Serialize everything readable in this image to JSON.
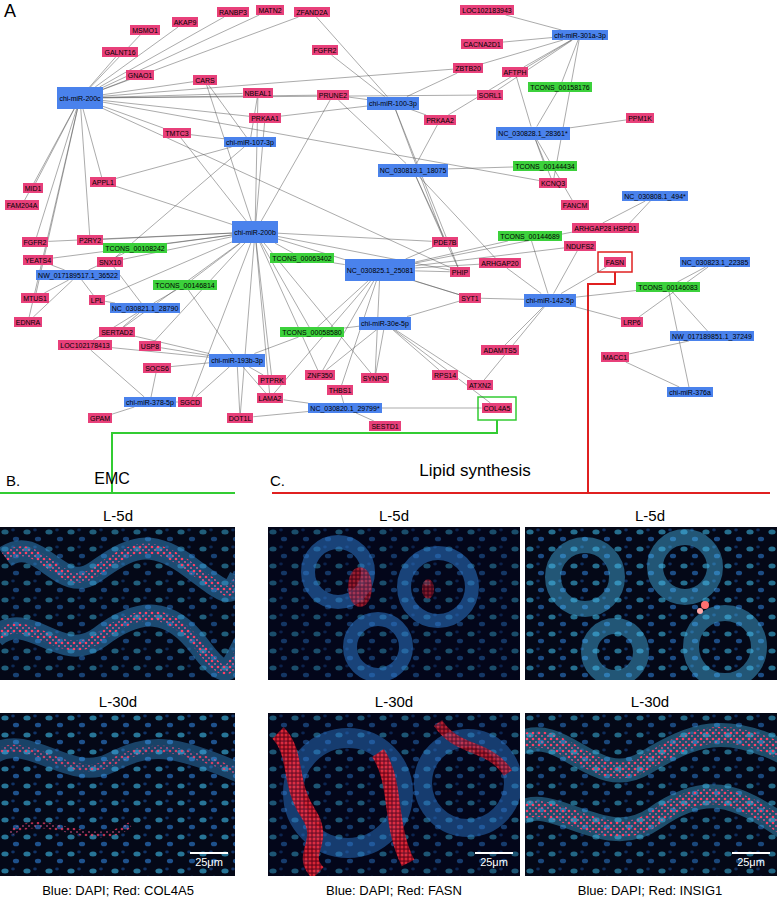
{
  "diagram": {
    "nodes": [
      {
        "text": [
          "chi-miR-200c"
        ]
      },
      {
        "text": [
          "chi-miR-200b"
        ]
      },
      {
        "text": [
          "chi-miR-301a-3p"
        ]
      },
      {
        "text": [
          "chi-miR-100-3p"
        ]
      },
      {
        "text": [
          "chi-miR-107-3p"
        ]
      },
      {
        "text": [
          "NC_030819.1_18075"
        ]
      },
      {
        "text": [
          "NC_030828.1_28361*"
        ]
      },
      {
        "text": [
          "NC_030808.1_494*"
        ]
      },
      {
        "text": [
          "NC_030825.1_25081"
        ]
      },
      {
        "text": [
          "chi-miR-142-5p"
        ]
      },
      {
        "text": [
          "chi-miR-30e-5p"
        ]
      },
      {
        "text": [
          "NW_017189517.1_36522"
        ]
      },
      {
        "text": [
          "NC_030821.1_28790"
        ]
      },
      {
        "text": [
          "chi-miR-193b-3p"
        ]
      },
      {
        "text": [
          "chi-miR-378-5p"
        ]
      },
      {
        "text": [
          "NC_030820.1_29799*"
        ]
      },
      {
        "text": [
          "NC_030823.1_22385"
        ]
      },
      {
        "text": [
          "NW_017189851.1_37249"
        ]
      },
      {
        "text": [
          "chi-miR-376a"
        ]
      },
      {
        "text": [
          "TCONS_00158176"
        ]
      },
      {
        "text": [
          "TCONS_00144434"
        ]
      },
      {
        "text": [
          "TCONS_00108242"
        ]
      },
      {
        "text": [
          "TCONS_00063402"
        ]
      },
      {
        "text": [
          "TCONS_00146814"
        ]
      },
      {
        "text": [
          "TCONS_00144689"
        ]
      },
      {
        "text": [
          "TCONS_00146083"
        ]
      },
      {
        "text": [
          "TCONS_00058580"
        ]
      },
      {
        "text": [
          "RANBP3"
        ]
      },
      {
        "text": [
          "MATN2"
        ]
      },
      {
        "text": [
          "ZFAND2A"
        ]
      },
      {
        "text": [
          "LOC102183943"
        ]
      },
      {
        "text": [
          "AKAP9"
        ]
      },
      {
        "text": [
          "MSMO1"
        ]
      },
      {
        "text": [
          "GALNT16"
        ]
      },
      {
        "text": [
          "GNAO1"
        ]
      },
      {
        "text": [
          "CARS"
        ]
      },
      {
        "text": [
          "FGFR2"
        ]
      },
      {
        "text": [
          "ZBTB20"
        ]
      },
      {
        "text": [
          "CACNA2D1"
        ]
      },
      {
        "text": [
          "AFTPH"
        ]
      },
      {
        "text": [
          "NBEAL1"
        ]
      },
      {
        "text": [
          "PRUNE2"
        ]
      },
      {
        "text": [
          "SORL1"
        ]
      },
      {
        "text": [
          "PPM1K"
        ]
      },
      {
        "text": [
          "PRKAA1"
        ]
      },
      {
        "text": [
          "PRKAA2"
        ]
      },
      {
        "text": [
          "TMTC3"
        ]
      },
      {
        "text": [
          "MID1"
        ]
      },
      {
        "text": [
          "FAM204A"
        ]
      },
      {
        "text": [
          "FGFR2"
        ]
      },
      {
        "text": [
          "P2RY2"
        ]
      },
      {
        "text": [
          "YEATS4"
        ]
      },
      {
        "text": [
          "SNX10"
        ]
      },
      {
        "text": [
          "MTUS1"
        ]
      },
      {
        "text": [
          "LPL"
        ]
      },
      {
        "text": [
          "EDNRA"
        ]
      },
      {
        "text": [
          "LOC102178413"
        ]
      },
      {
        "text": [
          "SERTAD2"
        ]
      },
      {
        "text": [
          "USP8"
        ]
      },
      {
        "text": [
          "SOCS6"
        ]
      },
      {
        "text": [
          "SGCD"
        ]
      },
      {
        "text": [
          "GPAM"
        ]
      },
      {
        "text": [
          "DOT1L"
        ]
      },
      {
        "text": [
          "LAMA2"
        ]
      },
      {
        "text": [
          "PTPRK"
        ]
      },
      {
        "text": [
          "ZNF350"
        ]
      },
      {
        "text": [
          "SYNPO"
        ]
      },
      {
        "text": [
          "THBS1"
        ]
      },
      {
        "text": [
          "SESTD1"
        ]
      },
      {
        "text": [
          "RPS14"
        ]
      },
      {
        "text": [
          "COL4A5"
        ]
      },
      {
        "text": [
          "ATXN2"
        ]
      },
      {
        "text": [
          "ADAMTS5"
        ]
      },
      {
        "text": [
          "ARHGAP20"
        ]
      },
      {
        "text": [
          "PHIP"
        ]
      },
      {
        "text": [
          "SYT1"
        ]
      },
      {
        "text": [
          "NDUFS2"
        ]
      },
      {
        "text": [
          "ARHGAP28"
        ]
      },
      {
        "text": [
          "FASN"
        ]
      },
      {
        "text": [
          "HSPD1"
        ]
      },
      {
        "text": [
          "KCNQ3"
        ]
      },
      {
        "text": [
          "FANCM"
        ]
      },
      {
        "text": [
          "LRP6"
        ]
      },
      {
        "text": [
          "MACC1"
        ]
      },
      {
        "text": [
          "APPL1"
        ]
      },
      {
        "text": [
          "PDE7B"
        ]
      }
    ],
    "edges": [
      {
        "from": 0,
        "to": 27,
        "arrow": "none"
      },
      {
        "from": 0,
        "to": 28,
        "arrow": "none"
      },
      {
        "from": 0,
        "to": 29,
        "arrow": "none"
      },
      {
        "from": 0,
        "to": 31,
        "arrow": "none"
      },
      {
        "from": 0,
        "to": 32,
        "arrow": "none"
      },
      {
        "from": 0,
        "to": 33,
        "arrow": "none"
      },
      {
        "from": 0,
        "to": 34,
        "arrow": "none"
      },
      {
        "from": 0,
        "to": 35,
        "arrow": "none"
      },
      {
        "from": 0,
        "to": 40,
        "arrow": "none"
      },
      {
        "from": 0,
        "to": 46,
        "arrow": "none"
      },
      {
        "from": 0,
        "to": 47,
        "arrow": "none"
      },
      {
        "from": 0,
        "to": 48,
        "arrow": "none"
      },
      {
        "from": 0,
        "to": 49,
        "arrow": "none"
      },
      {
        "from": 0,
        "to": 50,
        "arrow": "none"
      },
      {
        "from": 0,
        "to": 53,
        "arrow": "none"
      },
      {
        "from": 0,
        "to": 55,
        "arrow": "none"
      },
      {
        "from": 0,
        "to": 84,
        "arrow": "none"
      },
      {
        "from": 0,
        "to": 37,
        "arrow": "none"
      },
      {
        "from": 0,
        "to": 41,
        "arrow": "none"
      },
      {
        "from": 0,
        "to": 42,
        "arrow": "none"
      },
      {
        "from": 0,
        "to": 74,
        "arrow": "none"
      },
      {
        "from": 0,
        "to": 80,
        "arrow": "none"
      },
      {
        "from": 0,
        "to": 44,
        "arrow": "none"
      },
      {
        "from": 1,
        "to": 46,
        "arrow": "none"
      },
      {
        "from": 1,
        "to": 44,
        "arrow": "none"
      },
      {
        "from": 1,
        "to": 40,
        "arrow": "none"
      },
      {
        "from": 1,
        "to": 49,
        "arrow": "none"
      },
      {
        "from": 1,
        "to": 50,
        "arrow": "none"
      },
      {
        "from": 1,
        "to": 51,
        "arrow": "none"
      },
      {
        "from": 1,
        "to": 52,
        "arrow": "none"
      },
      {
        "from": 1,
        "to": 54,
        "arrow": "none"
      },
      {
        "from": 1,
        "to": 57,
        "arrow": "none"
      },
      {
        "from": 1,
        "to": 58,
        "arrow": "none"
      },
      {
        "from": 1,
        "to": 60,
        "arrow": "none"
      },
      {
        "from": 1,
        "to": 62,
        "arrow": "none"
      },
      {
        "from": 1,
        "to": 63,
        "arrow": "none"
      },
      {
        "from": 1,
        "to": 64,
        "arrow": "none"
      },
      {
        "from": 1,
        "to": 65,
        "arrow": "none"
      },
      {
        "from": 1,
        "to": 66,
        "arrow": "none"
      },
      {
        "from": 1,
        "to": 74,
        "arrow": "none"
      },
      {
        "from": 1,
        "to": 75,
        "arrow": "none"
      },
      {
        "from": 1,
        "to": 84,
        "arrow": "none"
      },
      {
        "from": 1,
        "to": 85,
        "arrow": "none"
      },
      {
        "from": 1,
        "to": 21,
        "arrow": "none"
      },
      {
        "from": 1,
        "to": 22,
        "arrow": "none"
      },
      {
        "from": 1,
        "to": 23,
        "arrow": "none"
      },
      {
        "from": 1,
        "to": 26,
        "arrow": "none"
      },
      {
        "from": 1,
        "to": 35,
        "arrow": "none"
      },
      {
        "from": 1,
        "to": 41,
        "arrow": "none"
      },
      {
        "from": 2,
        "to": 30,
        "arrow": "none"
      },
      {
        "from": 2,
        "to": 37,
        "arrow": "none"
      },
      {
        "from": 2,
        "to": 38,
        "arrow": "none"
      },
      {
        "from": 2,
        "to": 39,
        "arrow": "none"
      },
      {
        "from": 2,
        "to": 42,
        "arrow": "none"
      },
      {
        "from": 2,
        "to": 19,
        "arrow": "none"
      },
      {
        "from": 2,
        "to": 45,
        "arrow": "none"
      },
      {
        "from": 2,
        "to": 80,
        "arrow": "none"
      },
      {
        "from": 3,
        "to": 29,
        "arrow": "none"
      },
      {
        "from": 3,
        "to": 36,
        "arrow": "none"
      },
      {
        "from": 3,
        "to": 41,
        "arrow": "none"
      },
      {
        "from": 3,
        "to": 44,
        "arrow": "none"
      },
      {
        "from": 3,
        "to": 45,
        "arrow": "none"
      },
      {
        "from": 3,
        "to": 37,
        "arrow": "none"
      },
      {
        "from": 3,
        "to": 74,
        "arrow": "none"
      },
      {
        "from": 3,
        "to": 85,
        "arrow": "none"
      },
      {
        "from": 4,
        "to": 46,
        "arrow": "none"
      },
      {
        "from": 4,
        "to": 35,
        "arrow": "none"
      },
      {
        "from": 4,
        "to": 40,
        "arrow": "none"
      },
      {
        "from": 4,
        "to": 84,
        "arrow": "none"
      },
      {
        "from": 4,
        "to": 52,
        "arrow": "none"
      },
      {
        "from": 5,
        "to": 45,
        "arrow": "none"
      },
      {
        "from": 5,
        "to": 85,
        "arrow": "none"
      },
      {
        "from": 5,
        "to": 73,
        "arrow": "none"
      },
      {
        "from": 5,
        "to": 74,
        "arrow": "none"
      },
      {
        "from": 5,
        "to": 20,
        "arrow": "none"
      },
      {
        "from": 5,
        "to": 41,
        "arrow": "none"
      },
      {
        "from": 6,
        "to": 39,
        "arrow": "none"
      },
      {
        "from": 6,
        "to": 43,
        "arrow": "none"
      },
      {
        "from": 6,
        "to": 80,
        "arrow": "none"
      },
      {
        "from": 6,
        "to": 81,
        "arrow": "none"
      },
      {
        "from": 6,
        "to": 20,
        "arrow": "none"
      },
      {
        "from": 6,
        "to": 19,
        "arrow": "none"
      },
      {
        "from": 7,
        "to": 79,
        "arrow": "none"
      },
      {
        "from": 7,
        "to": 77,
        "arrow": "none"
      },
      {
        "from": 8,
        "to": 22,
        "arrow": "none"
      },
      {
        "from": 8,
        "to": 26,
        "arrow": "none"
      },
      {
        "from": 8,
        "to": 24,
        "arrow": "none"
      },
      {
        "from": 8,
        "to": 73,
        "arrow": "none"
      },
      {
        "from": 8,
        "to": 74,
        "arrow": "none"
      },
      {
        "from": 8,
        "to": 75,
        "arrow": "none"
      },
      {
        "from": 8,
        "to": 85,
        "arrow": "none"
      },
      {
        "from": 8,
        "to": 65,
        "arrow": "none"
      },
      {
        "from": 8,
        "to": 66,
        "arrow": "none"
      },
      {
        "from": 8,
        "to": 67,
        "arrow": "none"
      },
      {
        "from": 8,
        "to": 63,
        "arrow": "none"
      },
      {
        "from": 8,
        "to": 76,
        "arrow": "none"
      },
      {
        "from": 8,
        "to": 77,
        "arrow": "none"
      },
      {
        "from": 9,
        "to": 24,
        "arrow": "none"
      },
      {
        "from": 9,
        "to": 25,
        "arrow": "none"
      },
      {
        "from": 9,
        "to": 76,
        "arrow": "none"
      },
      {
        "from": 9,
        "to": 78,
        "arrow": "none"
      },
      {
        "from": 9,
        "to": 82,
        "arrow": "none"
      },
      {
        "from": 9,
        "to": 72,
        "arrow": "none"
      },
      {
        "from": 9,
        "to": 71,
        "arrow": "none"
      },
      {
        "from": 9,
        "to": 75,
        "arrow": "none"
      },
      {
        "from": 9,
        "to": 73,
        "arrow": "none"
      },
      {
        "from": 10,
        "to": 26,
        "arrow": "none"
      },
      {
        "from": 10,
        "to": 69,
        "arrow": "none"
      },
      {
        "from": 10,
        "to": 71,
        "arrow": "none"
      },
      {
        "from": 10,
        "to": 66,
        "arrow": "none"
      },
      {
        "from": 10,
        "to": 65,
        "arrow": "none"
      },
      {
        "from": 10,
        "to": 75,
        "arrow": "none"
      },
      {
        "from": 10,
        "to": 70,
        "arrow": "none"
      },
      {
        "from": 11,
        "to": 21,
        "arrow": "none"
      },
      {
        "from": 11,
        "to": 51,
        "arrow": "none"
      },
      {
        "from": 11,
        "to": 53,
        "arrow": "none"
      },
      {
        "from": 11,
        "to": 55,
        "arrow": "none"
      },
      {
        "from": 11,
        "to": 54,
        "arrow": "none"
      },
      {
        "from": 12,
        "to": 23,
        "arrow": "none"
      },
      {
        "from": 12,
        "to": 54,
        "arrow": "none"
      },
      {
        "from": 12,
        "to": 52,
        "arrow": "none"
      },
      {
        "from": 12,
        "to": 57,
        "arrow": "none"
      },
      {
        "from": 12,
        "to": 56,
        "arrow": "none"
      },
      {
        "from": 13,
        "to": 56,
        "arrow": "none"
      },
      {
        "from": 13,
        "to": 57,
        "arrow": "none"
      },
      {
        "from": 13,
        "to": 58,
        "arrow": "none"
      },
      {
        "from": 13,
        "to": 59,
        "arrow": "none"
      },
      {
        "from": 13,
        "to": 60,
        "arrow": "none"
      },
      {
        "from": 13,
        "to": 62,
        "arrow": "none"
      },
      {
        "from": 13,
        "to": 63,
        "arrow": "none"
      },
      {
        "from": 13,
        "to": 64,
        "arrow": "none"
      },
      {
        "from": 13,
        "to": 26,
        "arrow": "none"
      },
      {
        "from": 13,
        "to": 23,
        "arrow": "none"
      },
      {
        "from": 14,
        "to": 59,
        "arrow": "none"
      },
      {
        "from": 14,
        "to": 60,
        "arrow": "none"
      },
      {
        "from": 14,
        "to": 61,
        "arrow": "none"
      },
      {
        "from": 14,
        "to": 56,
        "arrow": "none"
      },
      {
        "from": 15,
        "to": 67,
        "arrow": "none"
      },
      {
        "from": 15,
        "to": 68,
        "arrow": "none"
      },
      {
        "from": 15,
        "to": 62,
        "arrow": "none"
      },
      {
        "from": 15,
        "to": 63,
        "arrow": "none"
      },
      {
        "from": 15,
        "to": 70,
        "arrow": "none"
      },
      {
        "from": 16,
        "to": 25,
        "arrow": "none"
      },
      {
        "from": 16,
        "to": 82,
        "arrow": "none"
      },
      {
        "from": 17,
        "to": 25,
        "arrow": "none"
      },
      {
        "from": 17,
        "to": 83,
        "arrow": "none"
      },
      {
        "from": 18,
        "to": 83,
        "arrow": "none"
      },
      {
        "from": 18,
        "to": 25,
        "arrow": "none"
      }
    ],
    "labels": [
      "A",
      "B.",
      "EMC",
      "C.",
      "Lipid synthesis",
      "L-5d",
      "L-5d",
      "L-5d",
      "L-30d",
      "L-30d",
      "L-30d",
      "25μm",
      "25μm",
      "25μm",
      "Blue: DAPI; Red: COL4A5",
      "Blue: DAPI; Red: FASN",
      "Blue: DAPI; Red: INSIG1"
    ]
  }
}
